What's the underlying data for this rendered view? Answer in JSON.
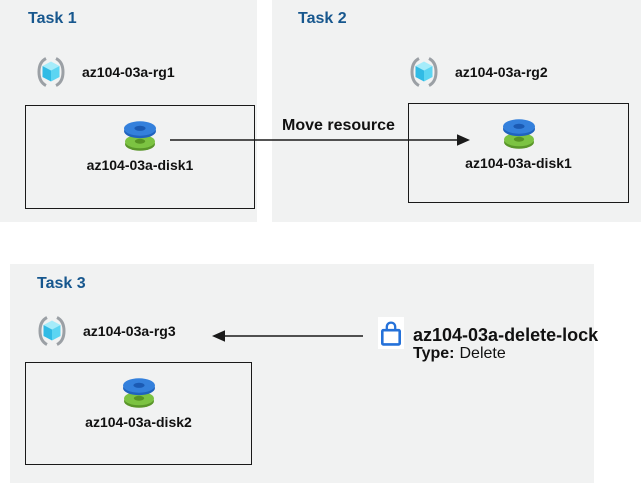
{
  "colors": {
    "panel_background": "#f1f2f2",
    "task_title_blue": "#17578e",
    "label_text": "#111111",
    "arrow_black": "#1a1a1a",
    "lock_blue": "#2471d9",
    "disk_blue_top": "#3480dc",
    "disk_blue_side": "#2063be",
    "disk_green_top": "#7cc342",
    "disk_green_side": "#5a962a",
    "cube_top_cyan": "#a5ecfa",
    "cube_left_cyan": "#31bbe5",
    "cube_right_cyan": "#5cd5f2",
    "bracket_gray": "#9ba0a5"
  },
  "tasks": [
    {
      "title": "Task 1",
      "rg_name": "az104-03a-rg1",
      "disk_name": "az104-03a-disk1"
    },
    {
      "title": "Task 2",
      "rg_name": "az104-03a-rg2",
      "disk_name": "az104-03a-disk1"
    },
    {
      "title": "Task 3",
      "rg_name": "az104-03a-rg3",
      "disk_name": "az104-03a-disk2"
    }
  ],
  "connectors": {
    "move_resource_label": "Move resource"
  },
  "lock": {
    "name": "az104-03a-delete-lock",
    "type_label": "Type:",
    "type_value": "Delete"
  }
}
